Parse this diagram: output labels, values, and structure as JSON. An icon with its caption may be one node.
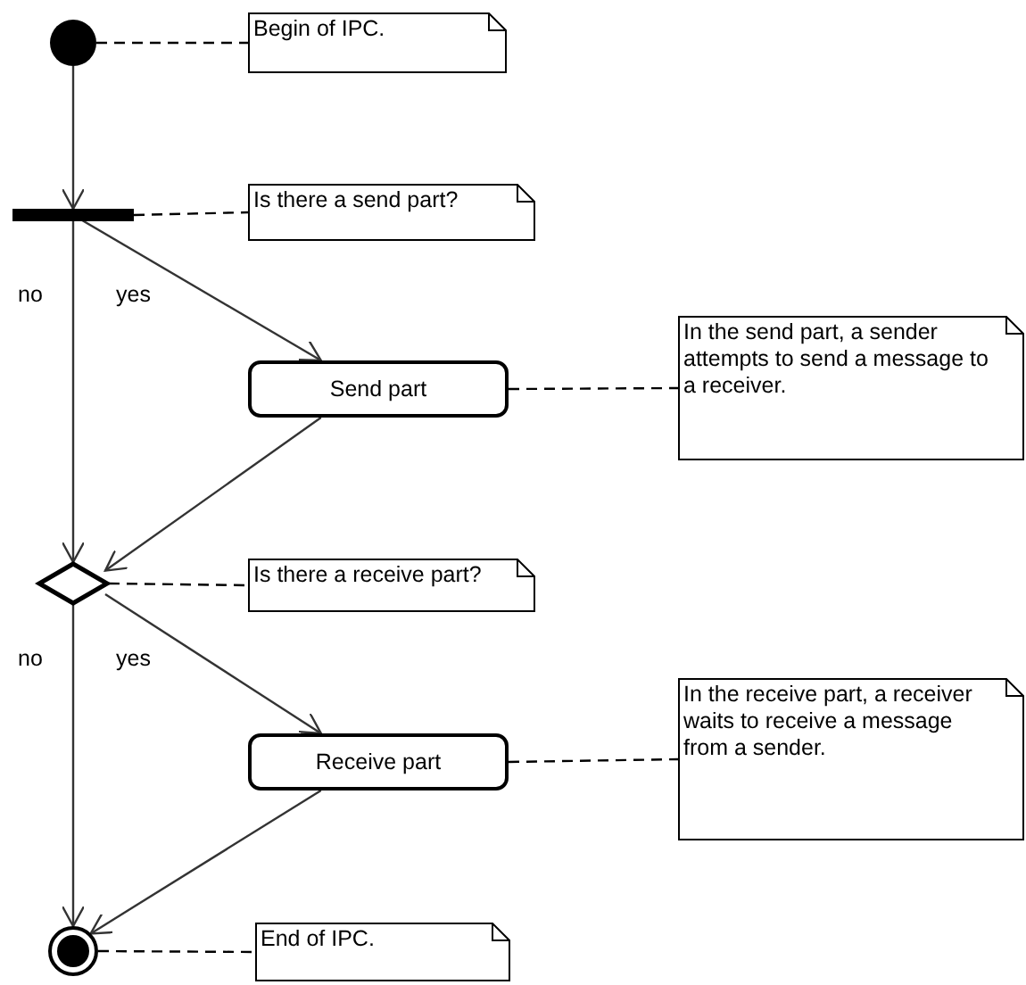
{
  "diagram": {
    "nodes": [
      {
        "text": [],
        "shape": "circle"
      },
      {
        "text": [
          "Begin of IPC."
        ]
      },
      {
        "text": [],
        "shape": "bar"
      },
      {
        "text": [
          "Is there a send part?"
        ]
      },
      {
        "text": [
          "Send part"
        ]
      },
      {
        "text": [
          "In the send part, a sender attempts to send a message to a receiver."
        ]
      },
      {
        "text": [],
        "shape": "diamond"
      },
      {
        "text": [
          "Is there a receive part?"
        ]
      },
      {
        "text": [
          "Receive part"
        ]
      },
      {
        "text": [
          "In the receive part, a receiver waits to receive a message from a sender."
        ]
      },
      {
        "text": [],
        "shape": "bullseye"
      },
      {
        "text": [
          "End of IPC."
        ]
      }
    ],
    "edges": [
      {
        "from": 0,
        "to": 2,
        "arrow": "to"
      },
      {
        "from": 0,
        "to": 1,
        "arrow": "none",
        "style": "dashed"
      },
      {
        "from": 2,
        "to": 4,
        "arrow": "to",
        "label": "yes"
      },
      {
        "from": 2,
        "to": 6,
        "arrow": "to",
        "label": "no"
      },
      {
        "from": 2,
        "to": 3,
        "arrow": "none",
        "style": "dashed"
      },
      {
        "from": 4,
        "to": 6,
        "arrow": "to"
      },
      {
        "from": 4,
        "to": 5,
        "arrow": "none",
        "style": "dashed"
      },
      {
        "from": 6,
        "to": 8,
        "arrow": "to",
        "label": "yes"
      },
      {
        "from": 6,
        "to": 10,
        "arrow": "to",
        "label": "no"
      },
      {
        "from": 6,
        "to": 7,
        "arrow": "none",
        "style": "dashed"
      },
      {
        "from": 8,
        "to": 10,
        "arrow": "to"
      },
      {
        "from": 8,
        "to": 9,
        "arrow": "none",
        "style": "dashed"
      },
      {
        "from": 10,
        "to": 11,
        "arrow": "none",
        "style": "dashed"
      }
    ]
  }
}
